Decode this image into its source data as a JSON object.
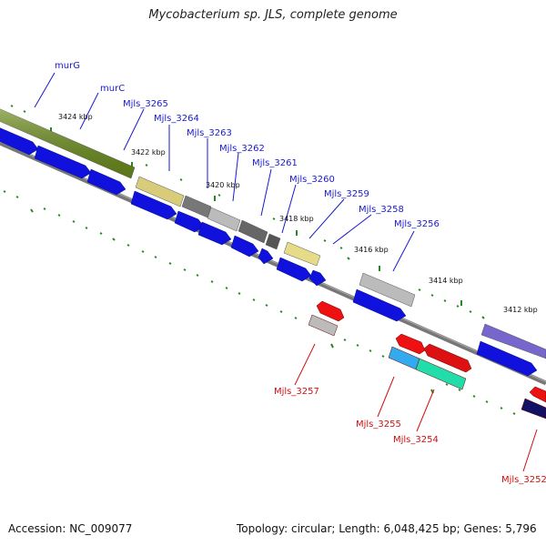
{
  "title": "Mycobacterium sp. JLS, complete genome",
  "footer": {
    "accession": "Accession: NC_009077",
    "summary": "Topology: circular; Length: 6,048,425 bp; Genes: 5,796"
  },
  "colors": {
    "forward_label": "#1a1acc",
    "reverse_label": "#cc1111",
    "backbone": "#777777",
    "tick": "#228822"
  },
  "scale_labels": [
    "3424 kbp",
    "3422 kbp",
    "3420 kbp",
    "3418 kbp",
    "3416 kbp",
    "3414 kbp",
    "3412 kbp"
  ],
  "forward_genes": [
    "murG",
    "murC",
    "Mjls_3265",
    "Mjls_3264",
    "Mjls_3263",
    "Mjls_3262",
    "Mjls_3261",
    "Mjls_3260",
    "Mjls_3259",
    "Mjls_3258",
    "Mjls_3256"
  ],
  "reverse_genes": [
    "Mjls_3257",
    "Mjls_3255",
    "Mjls_3254",
    "Mjls_3252"
  ]
}
